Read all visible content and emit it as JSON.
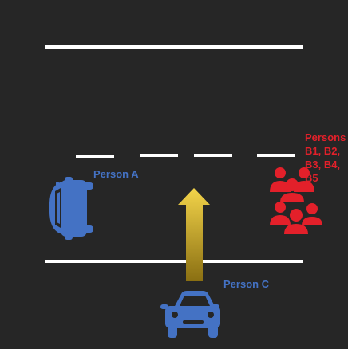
{
  "labels": {
    "person_a": "Person A",
    "person_c": "Person C",
    "persons_b_lines": [
      "Persons",
      "B1, B2,",
      "B3, B4,",
      "B5"
    ]
  },
  "colors": {
    "background": "#262626",
    "road_lines": "#ffffff",
    "person_a_c": "#4472c4",
    "persons_b": "#e3202a",
    "arrow_top": "#f3d44a",
    "arrow_bottom": "#8a6f12"
  },
  "icons": {
    "car_a": "car-top-view-icon",
    "car_c": "car-front-view-icon",
    "group_b": "people-group-icon",
    "direction": "arrow-up-icon"
  }
}
